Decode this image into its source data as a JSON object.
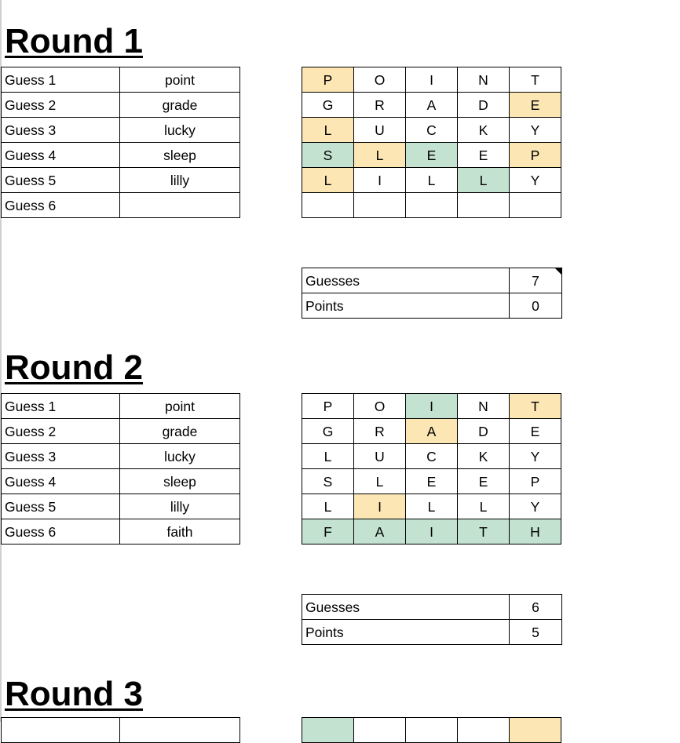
{
  "rounds": [
    {
      "title": "Round 1",
      "guesses": [
        {
          "label": "Guess 1",
          "word": "point"
        },
        {
          "label": "Guess 2",
          "word": "grade"
        },
        {
          "label": "Guess 3",
          "word": "lucky"
        },
        {
          "label": "Guess 4",
          "word": "sleep"
        },
        {
          "label": "Guess 5",
          "word": "lilly"
        },
        {
          "label": "Guess 6",
          "word": ""
        }
      ],
      "grid": [
        [
          {
            "l": "P",
            "c": "yellow"
          },
          {
            "l": "O",
            "c": "none"
          },
          {
            "l": "I",
            "c": "none"
          },
          {
            "l": "N",
            "c": "none"
          },
          {
            "l": "T",
            "c": "none"
          }
        ],
        [
          {
            "l": "G",
            "c": "none"
          },
          {
            "l": "R",
            "c": "none"
          },
          {
            "l": "A",
            "c": "none"
          },
          {
            "l": "D",
            "c": "none"
          },
          {
            "l": "E",
            "c": "yellow"
          }
        ],
        [
          {
            "l": "L",
            "c": "yellow"
          },
          {
            "l": "U",
            "c": "none"
          },
          {
            "l": "C",
            "c": "none"
          },
          {
            "l": "K",
            "c": "none"
          },
          {
            "l": "Y",
            "c": "none"
          }
        ],
        [
          {
            "l": "S",
            "c": "green"
          },
          {
            "l": "L",
            "c": "yellow"
          },
          {
            "l": "E",
            "c": "green"
          },
          {
            "l": "E",
            "c": "none"
          },
          {
            "l": "P",
            "c": "yellow"
          }
        ],
        [
          {
            "l": "L",
            "c": "yellow"
          },
          {
            "l": "I",
            "c": "none"
          },
          {
            "l": "L",
            "c": "none"
          },
          {
            "l": "L",
            "c": "green"
          },
          {
            "l": "Y",
            "c": "none"
          }
        ],
        [
          {
            "l": "",
            "c": "none"
          },
          {
            "l": "",
            "c": "none"
          },
          {
            "l": "",
            "c": "none"
          },
          {
            "l": "",
            "c": "none"
          },
          {
            "l": "",
            "c": "none"
          }
        ]
      ],
      "stats": {
        "guesses_label": "Guesses",
        "guesses_value": "7",
        "points_label": "Points",
        "points_value": "0",
        "guesses_has_note": true
      }
    },
    {
      "title": "Round 2",
      "guesses": [
        {
          "label": "Guess 1",
          "word": "point"
        },
        {
          "label": "Guess 2",
          "word": "grade"
        },
        {
          "label": "Guess 3",
          "word": "lucky"
        },
        {
          "label": "Guess 4",
          "word": "sleep"
        },
        {
          "label": "Guess 5",
          "word": "lilly"
        },
        {
          "label": "Guess 6",
          "word": "faith"
        }
      ],
      "grid": [
        [
          {
            "l": "P",
            "c": "none"
          },
          {
            "l": "O",
            "c": "none"
          },
          {
            "l": "I",
            "c": "green"
          },
          {
            "l": "N",
            "c": "none"
          },
          {
            "l": "T",
            "c": "yellow"
          }
        ],
        [
          {
            "l": "G",
            "c": "none"
          },
          {
            "l": "R",
            "c": "none"
          },
          {
            "l": "A",
            "c": "yellow"
          },
          {
            "l": "D",
            "c": "none"
          },
          {
            "l": "E",
            "c": "none"
          }
        ],
        [
          {
            "l": "L",
            "c": "none"
          },
          {
            "l": "U",
            "c": "none"
          },
          {
            "l": "C",
            "c": "none"
          },
          {
            "l": "K",
            "c": "none"
          },
          {
            "l": "Y",
            "c": "none"
          }
        ],
        [
          {
            "l": "S",
            "c": "none"
          },
          {
            "l": "L",
            "c": "none"
          },
          {
            "l": "E",
            "c": "none"
          },
          {
            "l": "E",
            "c": "none"
          },
          {
            "l": "P",
            "c": "none"
          }
        ],
        [
          {
            "l": "L",
            "c": "none"
          },
          {
            "l": "I",
            "c": "yellow"
          },
          {
            "l": "L",
            "c": "none"
          },
          {
            "l": "L",
            "c": "none"
          },
          {
            "l": "Y",
            "c": "none"
          }
        ],
        [
          {
            "l": "F",
            "c": "green"
          },
          {
            "l": "A",
            "c": "green"
          },
          {
            "l": "I",
            "c": "green"
          },
          {
            "l": "T",
            "c": "green"
          },
          {
            "l": "H",
            "c": "green"
          }
        ]
      ],
      "stats": {
        "guesses_label": "Guesses",
        "guesses_value": "6",
        "points_label": "Points",
        "points_value": "5",
        "guesses_has_note": false
      }
    },
    {
      "title": "Round 3",
      "grid_first_row_colors": [
        "green",
        "none",
        "none",
        "none",
        "yellow"
      ]
    }
  ],
  "colors": {
    "yellow": "#fbe6b4",
    "green": "#c3e2d0"
  }
}
